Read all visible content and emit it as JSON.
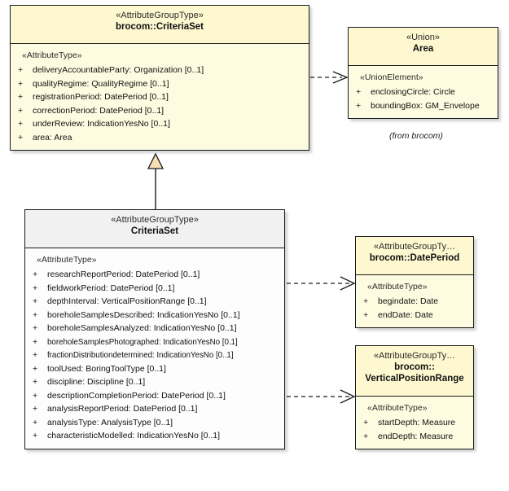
{
  "diagram": {
    "title": "UML class diagram — brocom::CriteriaSet",
    "background": "#ffffff",
    "colors": {
      "class_fill": "#fdfbe0",
      "class_head_fill": "#fdf8cf",
      "plain_fill": "#fdfdfd",
      "plain_head_fill": "#f1f1f1",
      "border": "#1a1a1a",
      "generalization_fill": "#f7dfb4"
    }
  },
  "classes": {
    "brocom_criteriaset": {
      "stereotype": "«AttributeGroupType»",
      "name": "brocom::CriteriaSet",
      "group_stereotype": "«AttributeType»",
      "attributes": [
        {
          "visibility": "+",
          "signature": "deliveryAccountableParty: Organization [0..1]"
        },
        {
          "visibility": "+",
          "signature": "qualityRegime: QualityRegime [0..1]"
        },
        {
          "visibility": "+",
          "signature": "registrationPeriod: DatePeriod [0..1]"
        },
        {
          "visibility": "+",
          "signature": "correctionPeriod: DatePeriod [0..1]"
        },
        {
          "visibility": "+",
          "signature": "underReview: IndicationYesNo [0..1]"
        },
        {
          "visibility": "+",
          "signature": "area: Area"
        }
      ]
    },
    "area": {
      "stereotype": "«Union»",
      "name": "Area",
      "group_stereotype": "«UnionElement»",
      "attributes": [
        {
          "visibility": "+",
          "signature": "enclosingCircle: Circle"
        },
        {
          "visibility": "+",
          "signature": "boundingBox: GM_Envelope"
        }
      ],
      "package_note": "(from brocom)"
    },
    "criteriaset": {
      "stereotype": "«AttributeGroupType»",
      "name": "CriteriaSet",
      "group_stereotype": "«AttributeType»",
      "attributes": [
        {
          "visibility": "+",
          "signature": "researchReportPeriod: DatePeriod [0..1]"
        },
        {
          "visibility": "+",
          "signature": "fieldworkPeriod: DatePeriod [0..1]"
        },
        {
          "visibility": "+",
          "signature": "depthInterval: VerticalPositionRange [0..1]"
        },
        {
          "visibility": "+",
          "signature": "boreholeSamplesDescribed: IndicationYesNo [0..1]"
        },
        {
          "visibility": "+",
          "signature": "boreholeSamplesAnalyzed: IndicationYesNo [0..1]"
        },
        {
          "visibility": "+",
          "signature": "boreholeSamplesPhotographed: IndicationYesNo [0.1]"
        },
        {
          "visibility": "+",
          "signature": "fractionDistributiondetermined: IndicationYesNo [0..1]"
        },
        {
          "visibility": "+",
          "signature": "toolUsed: BoringToolType [0..1]"
        },
        {
          "visibility": "+",
          "signature": "discipline: Discipline [0..1]"
        },
        {
          "visibility": "+",
          "signature": "descriptionCompletionPeriod: DatePeriod [0..1]"
        },
        {
          "visibility": "+",
          "signature": "analysisReportPeriod: DatePeriod [0..1]"
        },
        {
          "visibility": "+",
          "signature": "analysisType: AnalysisType [0..1]"
        },
        {
          "visibility": "+",
          "signature": "characteristicModelled: IndicationYesNo [0..1]"
        }
      ]
    },
    "dateperiod": {
      "stereotype": "«AttributeGroupTy…",
      "name": "brocom::DatePeriod",
      "group_stereotype": "«AttributeType»",
      "attributes": [
        {
          "visibility": "+",
          "signature": "begindate: Date"
        },
        {
          "visibility": "+",
          "signature": "endDate: Date"
        }
      ]
    },
    "verticalpositionrange": {
      "stereotype": "«AttributeGroupTy…",
      "name_line1": "brocom::",
      "name_line2": "VerticalPositionRange",
      "group_stereotype": "«AttributeType»",
      "attributes": [
        {
          "visibility": "+",
          "signature": "startDepth: Measure"
        },
        {
          "visibility": "+",
          "signature": "endDepth: Measure"
        }
      ]
    }
  },
  "connectors": [
    {
      "kind": "dependency",
      "from": "brocom_criteriaset",
      "to": "area",
      "style": "dashed-open-arrow"
    },
    {
      "kind": "generalization",
      "from": "criteriaset",
      "to": "brocom_criteriaset",
      "style": "solid-hollow-triangle"
    },
    {
      "kind": "dependency",
      "from": "criteriaset",
      "to": "dateperiod",
      "style": "dashed-open-arrow"
    },
    {
      "kind": "dependency",
      "from": "criteriaset",
      "to": "verticalpositionrange",
      "style": "dashed-open-arrow"
    }
  ]
}
